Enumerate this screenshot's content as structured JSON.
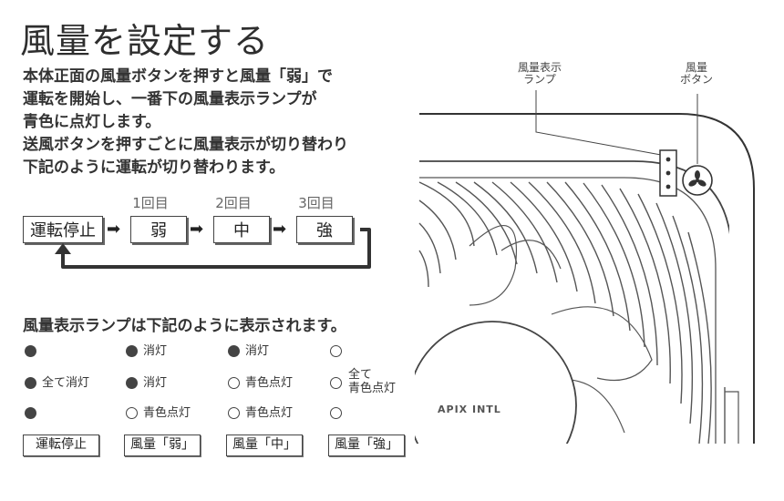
{
  "title": "風量を設定する",
  "instructions": [
    "本体正面の風量ボタンを押すと風量「弱」で",
    "運転を開始し、一番下の風量表示ランプが",
    "青色に点灯します。",
    "送風ボタンを押すごとに風量表示が切り替わり",
    "下記のように運転が切り替わります。"
  ],
  "flow": {
    "start": "運転停止",
    "steps": [
      {
        "label": "1回目",
        "mode": "弱"
      },
      {
        "label": "2回目",
        "mode": "中"
      },
      {
        "label": "3回目",
        "mode": "強"
      }
    ],
    "arrow_glyph": "➡"
  },
  "lamp_heading": "風量表示ランプは下記のように表示されます。",
  "lamp_table": {
    "columns": [
      {
        "rows": [
          {
            "state": "filled",
            "text": ""
          },
          {
            "state": "filled",
            "text": "全て消灯"
          },
          {
            "state": "filled",
            "text": ""
          }
        ],
        "mode": "運転停止"
      },
      {
        "rows": [
          {
            "state": "filled",
            "text": "消灯"
          },
          {
            "state": "filled",
            "text": "消灯"
          },
          {
            "state": "empty",
            "text": "青色点灯"
          }
        ],
        "mode": "風量「弱」"
      },
      {
        "rows": [
          {
            "state": "filled",
            "text": "消灯"
          },
          {
            "state": "empty",
            "text": "青色点灯"
          },
          {
            "state": "empty",
            "text": "青色点灯"
          }
        ],
        "mode": "風量「中」"
      },
      {
        "rows": [
          {
            "state": "empty",
            "text": ""
          },
          {
            "state": "empty",
            "text": "全て\n青色点灯"
          },
          {
            "state": "empty",
            "text": ""
          }
        ],
        "mode": "風量「強」"
      }
    ]
  },
  "device": {
    "lamp_callout": [
      "風量表示",
      "ランプ"
    ],
    "button_callout": [
      "風量",
      "ボタン"
    ],
    "brand": "APIX INTL"
  },
  "colors": {
    "line": "#444444",
    "text": "#333333"
  }
}
